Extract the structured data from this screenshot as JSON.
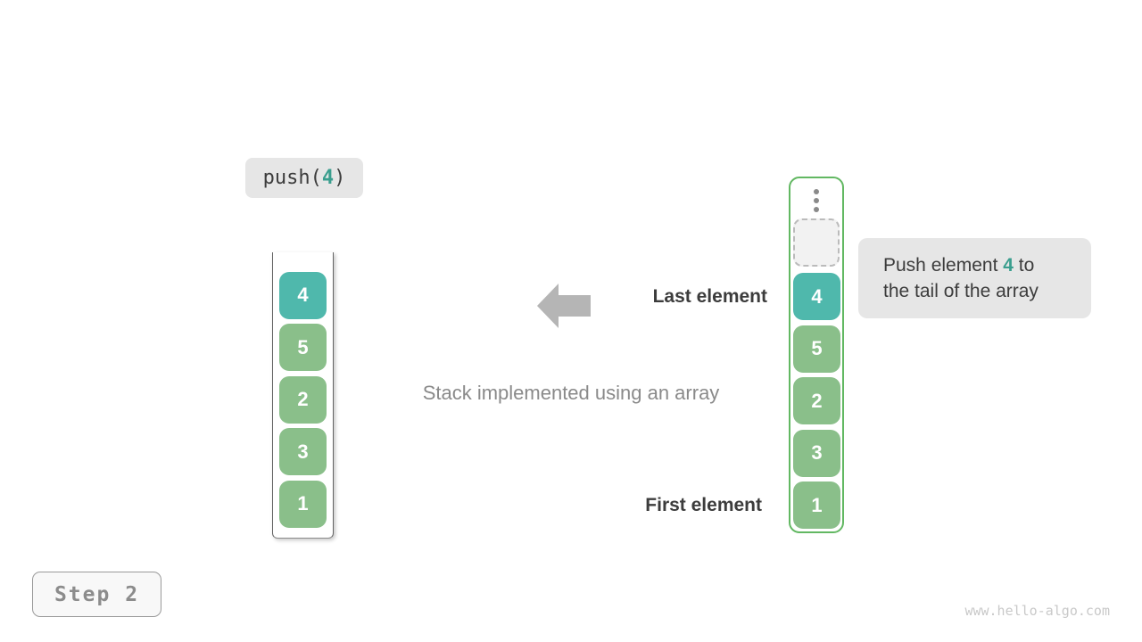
{
  "colors": {
    "teal_cell": "#4fb8ac",
    "teal_text": "#3a9e8e",
    "green_cell": "#8abf8a",
    "green_border": "#62b862",
    "badge_gray_bg": "#e6e6e6",
    "dark_text": "#3c3c3c",
    "muted_text": "#8a8a8a",
    "arrow_gray": "#b5b5b5",
    "watermark_text": "#c9c9c9"
  },
  "operation": {
    "prefix": "push(",
    "value": "4",
    "suffix": ")"
  },
  "array_stack": {
    "cells": [
      {
        "value": "4",
        "highlight": true
      },
      {
        "value": "5",
        "highlight": false
      },
      {
        "value": "2",
        "highlight": false
      },
      {
        "value": "3",
        "highlight": false
      },
      {
        "value": "1",
        "highlight": false
      }
    ]
  },
  "list_stack": {
    "has_ellipsis": true,
    "has_empty_slot": true,
    "cells": [
      {
        "value": "4",
        "highlight": true
      },
      {
        "value": "5",
        "highlight": false
      },
      {
        "value": "2",
        "highlight": false
      },
      {
        "value": "3",
        "highlight": false
      },
      {
        "value": "1",
        "highlight": false
      }
    ]
  },
  "annotations": {
    "last_element": "Last element",
    "first_element": "First element",
    "caption": "Stack implemented using an array"
  },
  "callout": {
    "text_before": "Push element ",
    "value": "4",
    "text_after": " to",
    "line2": "the tail of the array"
  },
  "step_label": "Step 2",
  "watermark": "www.hello-algo.com"
}
